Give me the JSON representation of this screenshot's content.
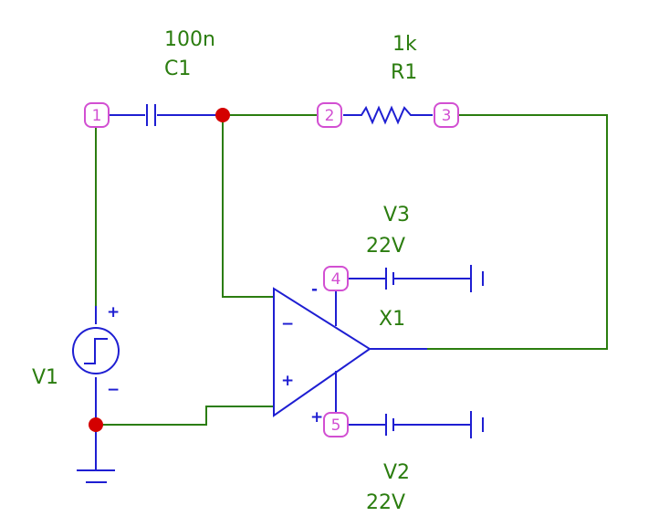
{
  "components": {
    "c1": {
      "name": "C1",
      "value": "100n"
    },
    "r1": {
      "name": "R1",
      "value": "1k"
    },
    "v1": {
      "name": "V1"
    },
    "v2": {
      "name": "V2",
      "value": "22V"
    },
    "v3": {
      "name": "V3",
      "value": "22V"
    },
    "x1": {
      "name": "X1"
    }
  },
  "nodes": [
    "1",
    "2",
    "3",
    "4",
    "5"
  ],
  "signs": {
    "plus": "+",
    "minus": "−",
    "dash": "-"
  },
  "colors": {
    "wire": "#2b7d0f",
    "component": "#1e1ed2",
    "node": "#d24fd2",
    "junction": "#d40000",
    "label": "#2b7d0f"
  }
}
